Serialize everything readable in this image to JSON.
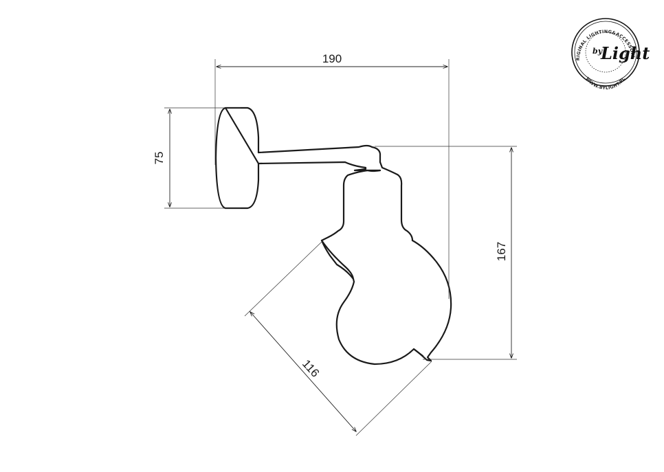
{
  "dimensions": {
    "width": "190",
    "height_base": "75",
    "height_total": "167",
    "shade_length": "116"
  },
  "logo": {
    "ring_top": "ORIGINAL LIGHTING&ACCESSORIES",
    "ring_bottom": "WWW.BYLIGHT.PL",
    "brand_by": "by",
    "brand_name": "Light"
  },
  "colors": {
    "stroke": "#1a1a1a",
    "background": "#ffffff"
  }
}
